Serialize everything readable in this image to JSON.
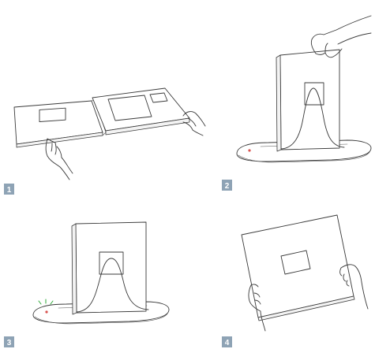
{
  "steps": [
    {
      "number": "1",
      "icon": "hands-unfold-frame-icon"
    },
    {
      "number": "2",
      "icon": "hand-place-frame-on-stand-icon"
    },
    {
      "number": "3",
      "icon": "frame-on-stand-led-on-icon"
    },
    {
      "number": "4",
      "icon": "hands-hold-frame-icon"
    }
  ],
  "colors": {
    "badge": "#8ea3b5",
    "ink": "#3a3a3a",
    "led": "#d9534f",
    "glow": "#2faa3a"
  }
}
